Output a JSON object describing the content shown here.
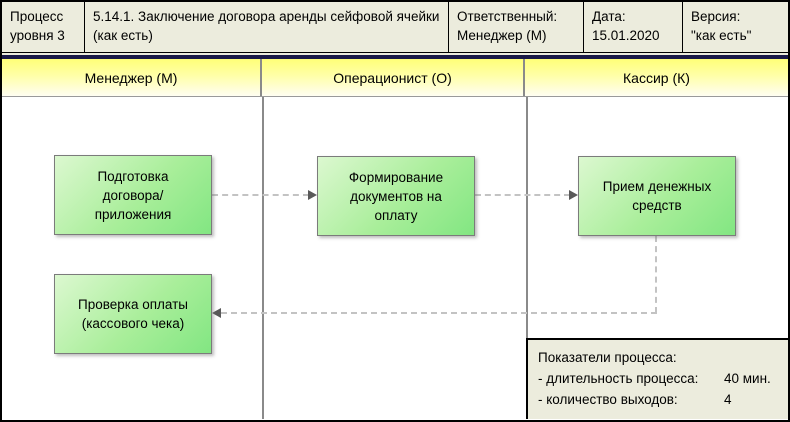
{
  "colors": {
    "title_block_bg": "#ececdd",
    "separator_navy": "#191947",
    "lane_header_yellow": "#ffff78",
    "node_green": "#82e682",
    "node_border": "#7b7b7b",
    "connector_gray": "#c3c3c3",
    "arrowhead_gray": "#595959",
    "indicators_bg": "#ececdd"
  },
  "title_block": {
    "level": "Процесс уровня 3",
    "process_title": "5.14.1.  Заключение договора аренды сейфовой ячейки (как есть)",
    "responsible_label": "Ответственный:",
    "responsible_value": "Менеджер (М)",
    "date_label": "Дата:",
    "date_value": "15.01.2020",
    "version_label": "Версия:",
    "version_value": "\"как есть\""
  },
  "lanes": [
    {
      "label": "Менеджер (М)"
    },
    {
      "label": "Операционист (О)"
    },
    {
      "label": "Кассир (К)"
    }
  ],
  "nodes": [
    {
      "lane": "Менеджер (М)",
      "lines": [
        "Подготовка",
        "договора/",
        "приложения"
      ]
    },
    {
      "lane": "Операционист (О)",
      "lines": [
        "Формирование",
        "документов на",
        "оплату"
      ]
    },
    {
      "lane": "Кассир (К)",
      "lines": [
        "Прием денежных",
        "средств"
      ]
    },
    {
      "lane": "Менеджер (М)",
      "lines": [
        "Проверка оплаты",
        "(кассового чека)"
      ]
    }
  ],
  "indicators": {
    "title": "Показатели процесса:",
    "rows": [
      {
        "label": "- длительность процесса:",
        "value": "40 мин."
      },
      {
        "label": "- количество выходов:",
        "value": "4"
      }
    ]
  }
}
